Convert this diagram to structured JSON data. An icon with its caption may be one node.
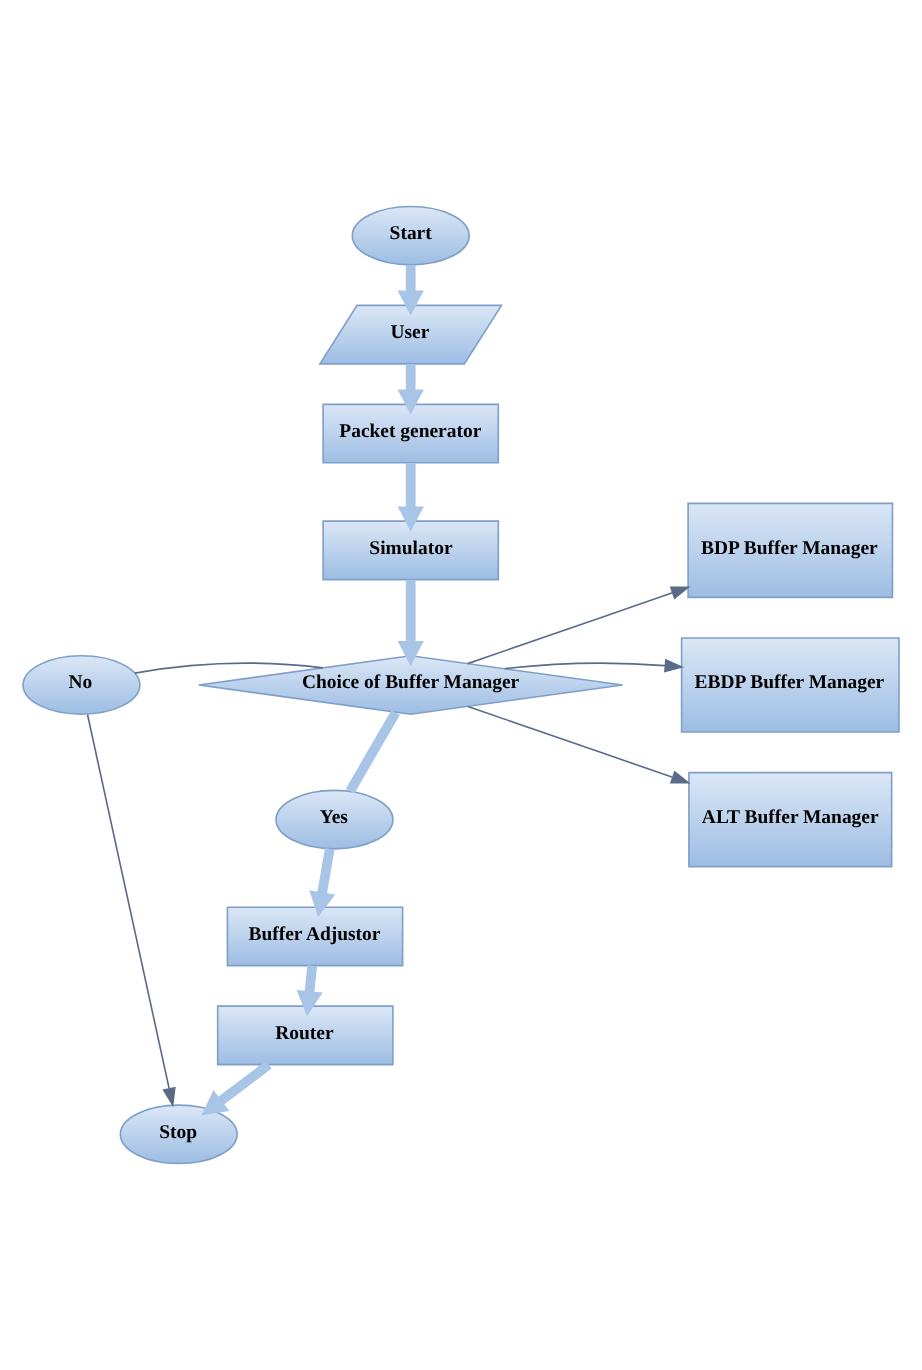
{
  "diagram": {
    "nodes": [
      {
        "text": [
          "Start"
        ]
      },
      {
        "text": [
          "User"
        ]
      },
      {
        "text": [
          "Packet generator"
        ]
      },
      {
        "text": [
          "Simulator"
        ]
      },
      {
        "text": [
          "Choice of Buffer Manager"
        ]
      },
      {
        "text": [
          "No"
        ]
      },
      {
        "text": [
          "BDP Buffer Manager"
        ]
      },
      {
        "text": [
          "EBDP Buffer Manager"
        ]
      },
      {
        "text": [
          "ALT Buffer Manager"
        ]
      },
      {
        "text": [
          "Yes"
        ]
      },
      {
        "text": [
          "Buffer Adjustor"
        ]
      },
      {
        "text": [
          "Router"
        ]
      },
      {
        "text": [
          "Stop"
        ]
      }
    ],
    "edges": [
      {
        "from": 0,
        "to": 1,
        "arrow": "to"
      },
      {
        "from": 1,
        "to": 2,
        "arrow": "to"
      },
      {
        "from": 2,
        "to": 3,
        "arrow": "to"
      },
      {
        "from": 3,
        "to": 4,
        "arrow": "to"
      },
      {
        "from": 4,
        "to": 5,
        "arrow": "none",
        "color": "#5a6b88"
      },
      {
        "from": 4,
        "to": 6,
        "arrow": "to",
        "color": "#5a6b88"
      },
      {
        "from": 4,
        "to": 7,
        "arrow": "to",
        "color": "#5a6b88"
      },
      {
        "from": 4,
        "to": 8,
        "arrow": "to",
        "color": "#5a6b88"
      },
      {
        "from": 4,
        "to": 9,
        "arrow": "none"
      },
      {
        "from": 9,
        "to": 10,
        "arrow": "to"
      },
      {
        "from": 10,
        "to": 11,
        "arrow": "to"
      },
      {
        "from": 11,
        "to": 12,
        "arrow": "to"
      },
      {
        "from": 5,
        "to": 12,
        "arrow": "to",
        "color": "#5a6b88"
      }
    ]
  }
}
